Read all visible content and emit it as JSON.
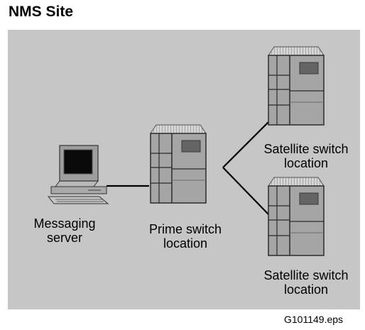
{
  "title": "NMS Site",
  "labels": {
    "messaging_server": [
      "Messaging",
      "server"
    ],
    "prime_switch": [
      "Prime switch",
      "location"
    ],
    "satellite_top": [
      "Satellite switch",
      "location"
    ],
    "satellite_bottom": [
      "Satellite switch",
      "location"
    ]
  },
  "figure_code": "G101149.eps",
  "colors": {
    "panel": "#c6c6c6",
    "cabinet": "#a5a5a5",
    "cabinet_top": "#bdbdbd",
    "door_display": "#646464",
    "connector": "#000000"
  },
  "icons": [
    "computer-icon",
    "switch-cabinet-icon"
  ]
}
